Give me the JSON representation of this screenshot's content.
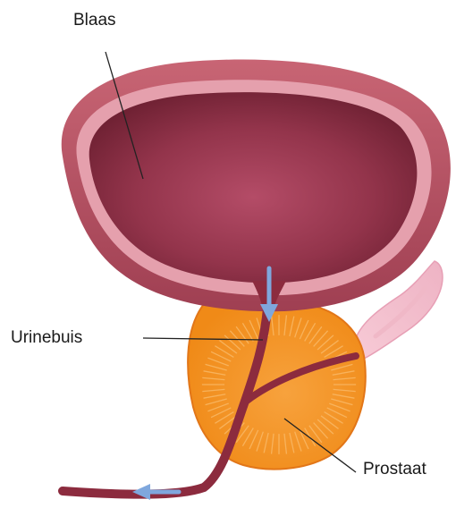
{
  "labels": {
    "bladder": "Blaas",
    "urethra": "Urinebuis",
    "prostate": "Prostaat"
  },
  "colors": {
    "bladder_outer": "#b7545f",
    "bladder_rim": "#e7a7b1",
    "bladder_inner": "#8a3146",
    "prostate": "#f5901f",
    "prostate_edge": "#e2761a",
    "urethra": "#8c2b3e",
    "flow_arrow": "#7fa7dd",
    "seminal_vesicle": "#f4c2cf"
  }
}
